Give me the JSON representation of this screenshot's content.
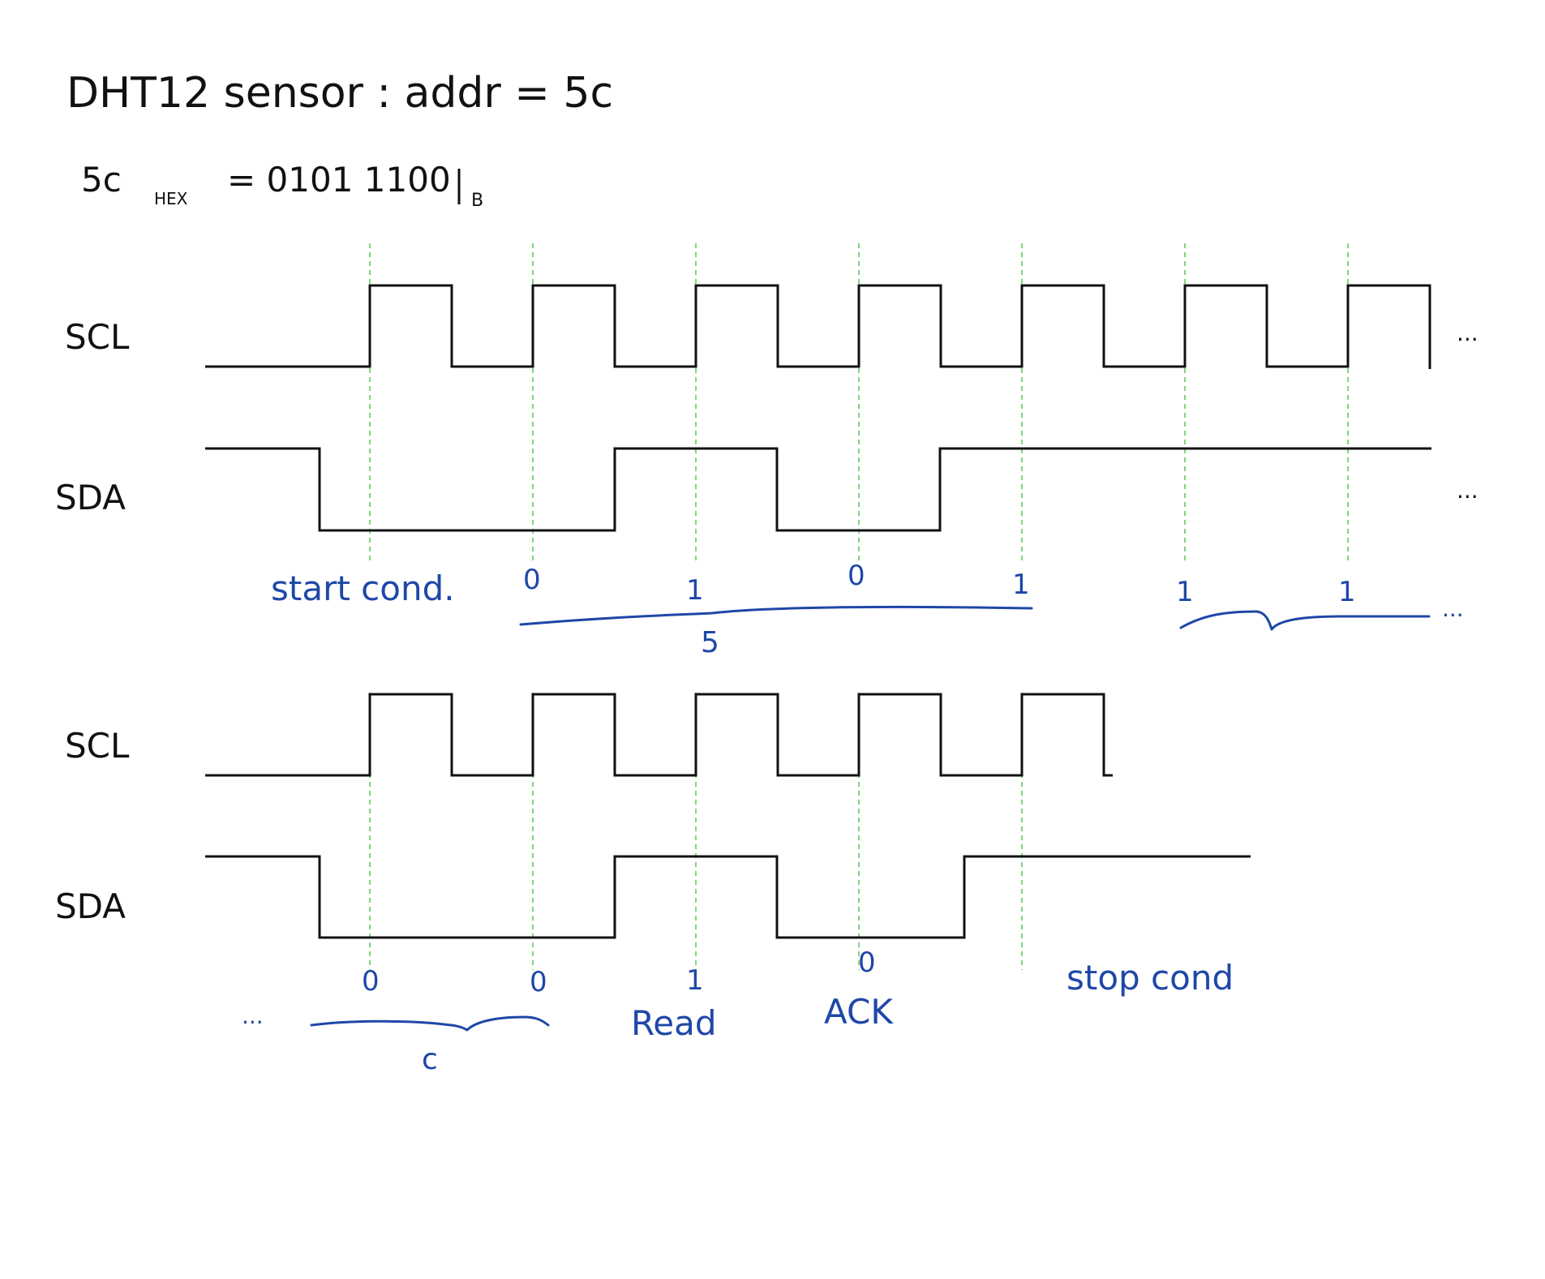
{
  "notes": {
    "title": "DHT12 sensor : addr = 5c",
    "subtitle_prefix": "5c",
    "subtitle_subscript": "HEX",
    "subtitle_middle": "= 0101 1100",
    "subtitle_suffix": "B"
  },
  "signals": {
    "scl": "SCL",
    "sda": "SDA"
  },
  "upper_diagram": {
    "scl_continues": "...",
    "sda_continues": "...",
    "bit_labels": [
      "start cond.",
      "0",
      "1",
      "0",
      "1",
      "1",
      "1"
    ],
    "brace_label": "5",
    "brace_continues": "..."
  },
  "lower_diagram": {
    "leading_dots": "...",
    "bit_labels": [
      "0",
      "0",
      "1",
      "0",
      "stop cond"
    ],
    "brace_label": "c",
    "word_labels": [
      "Read",
      "ACK"
    ]
  },
  "colors": {
    "ink": "#111111",
    "annotation": "#1f47a8",
    "guide": "#4bc24b"
  }
}
